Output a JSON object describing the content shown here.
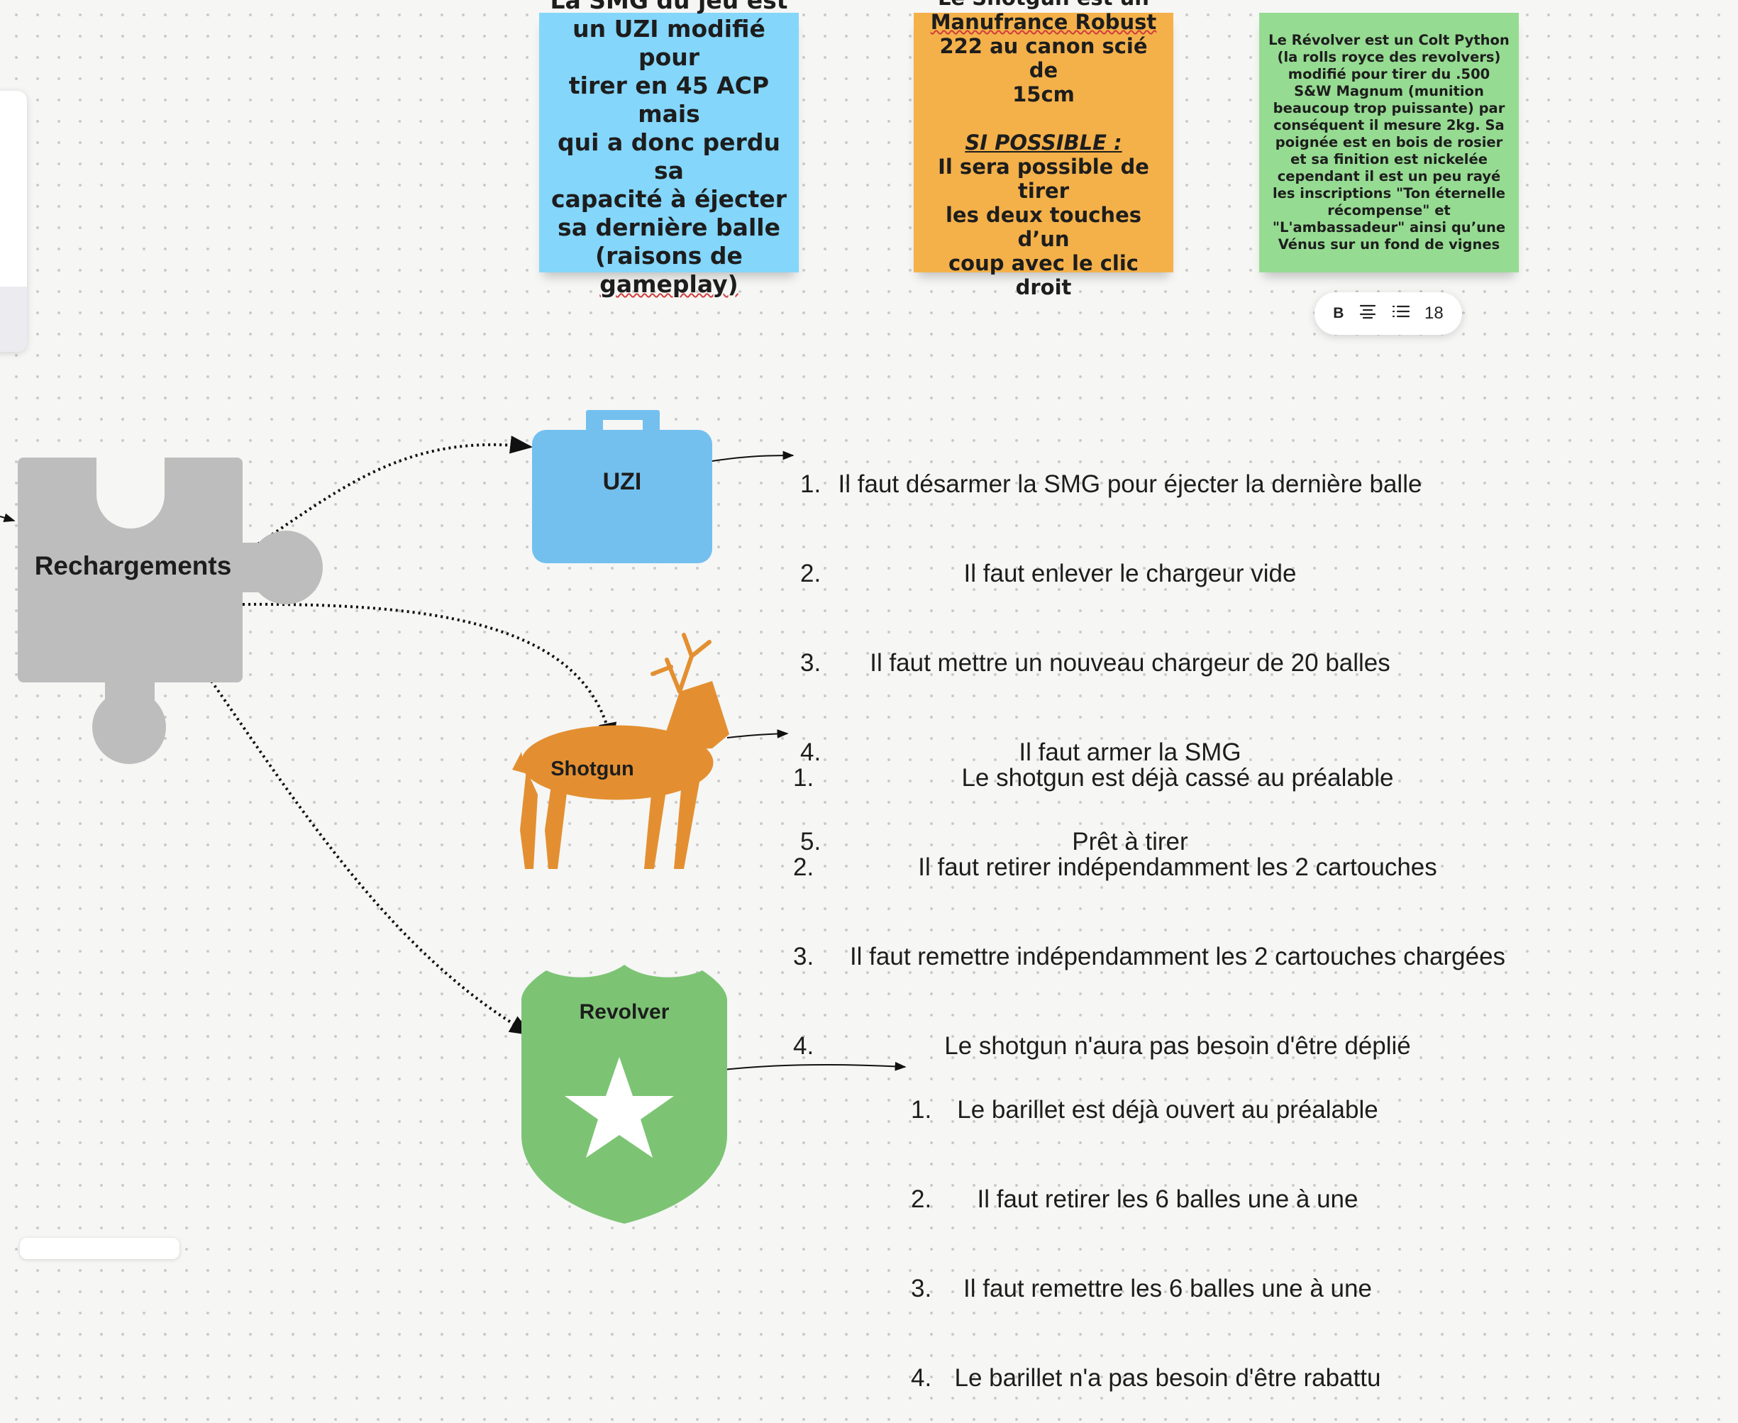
{
  "notes": {
    "smg": [
      "La SMG du jeu est",
      "un UZI modifié pour",
      "tirer en 45 ACP mais",
      "qui a donc perdu sa",
      "capacité à éjecter",
      "sa dernière balle",
      "(raisons de",
      "gameplay)"
    ],
    "shotgun": {
      "lines": [
        "Le Shotgun est un",
        "Manufrance Robust",
        "222 au canon scié de",
        "15cm"
      ],
      "heading": "SI POSSIBLE :",
      "body": [
        "Il sera possible de tirer",
        "les deux touches d’un",
        "coup avec le clic droit"
      ]
    },
    "revolver": [
      "Le Révolver est un Colt Python",
      "(la rolls royce des revolvers)",
      "modifié pour tirer du .500",
      "S&W Magnum (munition",
      "beaucoup trop puissante) par",
      "conséquent il mesure 2kg. Sa",
      "poignée est en bois de rosier",
      "et sa finition est nickelée",
      "cependant il est un peu rayé",
      "les inscriptions \"Ton éternelle",
      "récompense\" et",
      "\"L'ambassadeur\" ainsi qu’une",
      "Vénus sur un fond de vignes"
    ]
  },
  "toolbar": {
    "bold": "B",
    "font_size": "18"
  },
  "shapes": {
    "hub": "Rechargements",
    "uzi": "UZI",
    "shotgun": "Shotgun",
    "revolver": "Revolver"
  },
  "steps": {
    "uzi": [
      {
        "n": "1.",
        "t": "Il faut désarmer la SMG pour éjecter la dernière balle"
      },
      {
        "n": "2.",
        "t": "Il faut enlever le chargeur vide"
      },
      {
        "n": "3.",
        "t": "Il faut mettre un nouveau chargeur de 20 balles"
      },
      {
        "n": "4.",
        "t": "Il faut armer la SMG"
      },
      {
        "n": "5.",
        "t": "Prêt à tirer"
      }
    ],
    "shotgun": [
      {
        "n": "1.",
        "t": "Le shotgun est déjà cassé au préalable"
      },
      {
        "n": "2.",
        "t": "Il faut retirer indépendamment les 2 cartouches"
      },
      {
        "n": "3.",
        "t": "Il faut remettre indépendamment les 2 cartouches chargées"
      },
      {
        "n": "4.",
        "t": "Le shotgun n'aura pas besoin d'être déplié"
      }
    ],
    "revolver": [
      {
        "n": "1.",
        "t": "Le barillet est déjà ouvert au préalable"
      },
      {
        "n": "2.",
        "t": "Il faut retirer les 6 balles une à une"
      },
      {
        "n": "3.",
        "t": "Il faut remettre les 6 balles une à une"
      },
      {
        "n": "4.",
        "t": "Le barillet n'a pas besoin d'être rabattu"
      }
    ]
  },
  "colors": {
    "blue_note": "#84d6fb",
    "orange_note": "#f4b14a",
    "green_note": "#96db92",
    "puzzle": "#bdbdbd",
    "briefcase": "#73c0ef",
    "deer": "#e38f31",
    "badge": "#7cc474"
  },
  "icons": [
    "puzzle-piece-icon",
    "briefcase-icon",
    "deer-icon",
    "police-badge-icon",
    "star-icon",
    "bold-icon",
    "align-center-icon",
    "list-icon"
  ]
}
